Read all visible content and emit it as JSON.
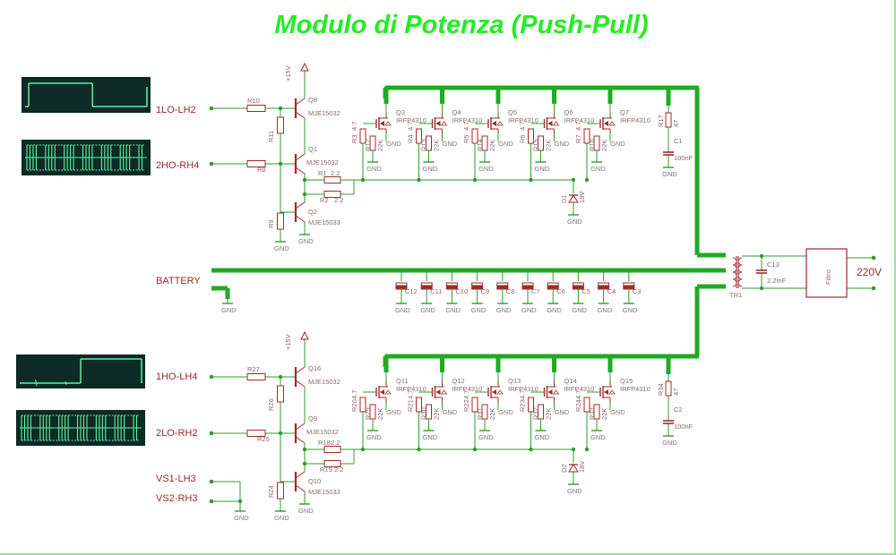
{
  "title": "Modulo di Potenza (Push-Pull)",
  "inputs": {
    "top1": "1LO-LH2",
    "top2": "2HO-RH4",
    "bot1": "1HO-LH4",
    "bot2": "2LO-RH2",
    "vs1": "VS1-LH3",
    "vs2": "VS2-RH3",
    "battery": "BATTERY",
    "output": "220V"
  },
  "driver_top": {
    "r_base1": "R10",
    "r_pull1": "R11",
    "r_base2": "R8",
    "r_pull2": "R9",
    "q_hi": "Q8",
    "q_mid": "Q1",
    "q_lo": "Q2",
    "q_hi_part": "MJE15032",
    "q_mid_part": "MJE15032",
    "q_lo_part": "MJE15033",
    "r1": "R1",
    "r1_val": "2.2",
    "r2": "R2",
    "r2_val": "2.2",
    "vcc": "+15V"
  },
  "driver_bot": {
    "r_base1": "R27",
    "r_pull1": "R26",
    "r_base2": "R25",
    "r_pull2": "R24",
    "q_hi": "Q16",
    "q_mid": "Q9",
    "q_lo": "Q10",
    "q_hi_part": "MJE15032",
    "q_mid_part": "MJE15032",
    "q_lo_part": "MJE15033",
    "r1": "R18",
    "r1_val": "2.2",
    "r2": "R19",
    "r2_val": "2.2",
    "vcc": "+15V"
  },
  "mosfets_top": [
    {
      "name": "Q3",
      "part": "IRFP4310",
      "rg": "R3",
      "rgv": "4.7",
      "rp": "R12",
      "rpv": "22K"
    },
    {
      "name": "Q4",
      "part": "IRFP4310",
      "rg": "R4",
      "rgv": "4.7",
      "rp": "R13",
      "rpv": "22K"
    },
    {
      "name": "Q5",
      "part": "IRFP4310",
      "rg": "R5",
      "rgv": "4.7",
      "rp": "R14",
      "rpv": "22K"
    },
    {
      "name": "Q6",
      "part": "IRFP4310",
      "rg": "R6",
      "rgv": "4.7",
      "rp": "R15",
      "rpv": "22K"
    },
    {
      "name": "Q7",
      "part": "IRFP4310",
      "rg": "R7",
      "rgv": "4.7",
      "rp": "R16",
      "rpv": "22K"
    }
  ],
  "mosfets_bot": [
    {
      "name": "Q11",
      "part": "IRFP4310",
      "rg": "R20",
      "rgv": "4.7",
      "rp": "R29",
      "rpv": "22K"
    },
    {
      "name": "Q12",
      "part": "IRFP4310",
      "rg": "R21",
      "rgv": "4.7",
      "rp": "R30",
      "rpv": "22K"
    },
    {
      "name": "Q13",
      "part": "IRFP4310",
      "rg": "R22",
      "rgv": "4.7",
      "rp": "R31",
      "rpv": "22K"
    },
    {
      "name": "Q14",
      "part": "IRFP4310",
      "rg": "R23",
      "rgv": "4.7",
      "rp": "R32",
      "rpv": "22K"
    },
    {
      "name": "Q15",
      "part": "IRFP4310",
      "rg": "R24",
      "rgv": "4.7",
      "rp": "R33",
      "rpv": "22K"
    }
  ],
  "snubber_top": {
    "r": "R17",
    "rv": "47",
    "c": "C1",
    "cv": "100nF"
  },
  "snubber_bot": {
    "r": "R34",
    "rv": "47",
    "c": "C2",
    "cv": "100nF"
  },
  "zener_top": {
    "name": "D1",
    "val": "18V"
  },
  "zener_bot": {
    "name": "D2",
    "val": "18V"
  },
  "bank_caps": [
    "C12",
    "C11",
    "C10",
    "C9",
    "C8",
    "C7",
    "C6",
    "C5",
    "C4",
    "C3"
  ],
  "transformer": {
    "name": "TR1",
    "c_out": "C13",
    "c_out_val": "2.2mF",
    "filter": "Filtro"
  },
  "gnd_label": "GND",
  "colors": {
    "wire": "#2e9c2e",
    "bus": "#22aa22",
    "component": "#a02a2a",
    "title": "#22ee22",
    "scope_bg": "#0d2a24",
    "trace": "#5ff0a8"
  }
}
